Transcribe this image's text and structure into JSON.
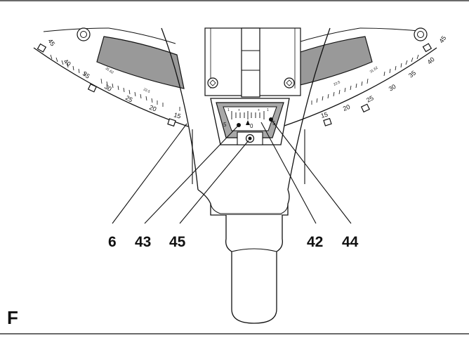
{
  "figure": {
    "letter": "F",
    "callouts": [
      "6",
      "43",
      "45",
      "42",
      "44"
    ]
  },
  "left_scale": {
    "labels": [
      "45",
      "40",
      "35",
      "30",
      "25",
      "20",
      "15"
    ],
    "small_labels": [
      "31.62",
      "22.5"
    ]
  },
  "right_scale": {
    "labels": [
      "15",
      "20",
      "25",
      "30",
      "35",
      "40",
      "45"
    ],
    "small_labels": [
      "22.5",
      "31.62"
    ]
  },
  "vernier": {
    "labels": [
      "5",
      "0",
      "5"
    ],
    "marks": [
      "1",
      "+",
      "+",
      "1"
    ]
  }
}
